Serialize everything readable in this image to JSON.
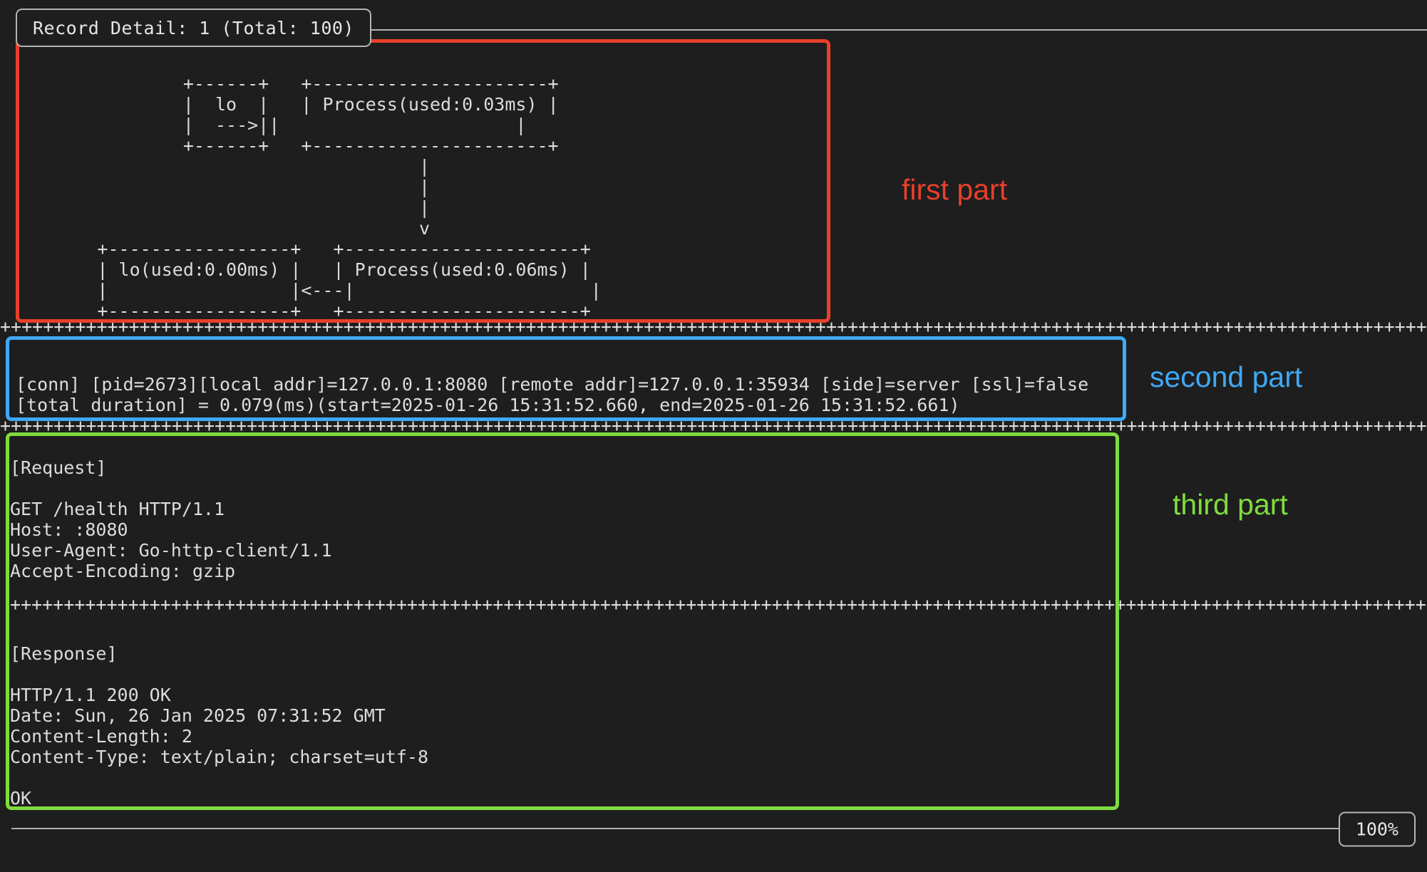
{
  "window": {
    "title": "Record Detail: 1 (Total: 100)",
    "background_color": "#1e1e1e",
    "foreground_color": "#dcdcdc",
    "border_color": "#b5b5b5"
  },
  "status_bar": {
    "zoom_level": "100%"
  },
  "separators": {
    "plus_rule": "++++++++++++++++++++++++++++++++++++++++++++++++++++++++++++++++++++++++++++++++++++++++++++++++++++++++++++++++++++++++++++++++++++"
  },
  "first_part": {
    "ascii_diagram": "             +------+   +----------------------+\n             |  lo  |   | Process(used:0.03ms) |\n             |      --->|                      |\n             +------+   +----------------------+\n                                    |\n                                    |\n                                    |\n                                    v\n      +----------------+   +----------------------+\n      |  lo(used:0.00ms)|   | Process(used:0.06ms) |\n      |                |<---|                      |\n      +----------------+   +----------------------+",
    "nodes": [
      {
        "name": "lo",
        "used": ""
      },
      {
        "name": "Process",
        "used": "0.03ms"
      },
      {
        "name": "lo",
        "used": "0.00ms"
      },
      {
        "name": "Process",
        "used": "0.06ms"
      }
    ],
    "annotation": "first part",
    "annotation_color": "#e8402a",
    "box_color": "#e8402a"
  },
  "second_part": {
    "lines": [
      "[conn] [pid=2673][local addr]=127.0.0.1:8080 [remote addr]=127.0.0.1:35934 [side]=server [ssl]=false",
      "[total duration] = 0.079(ms)(start=2025-01-26 15:31:52.660, end=2025-01-26 15:31:52.661)"
    ],
    "fields": {
      "pid": "2673",
      "local_addr": "127.0.0.1:8080",
      "remote_addr": "127.0.0.1:35934",
      "side": "server",
      "ssl": "false",
      "total_duration_ms": "0.079",
      "start": "2025-01-26 15:31:52.660",
      "end": "2025-01-26 15:31:52.661"
    },
    "annotation": "second part",
    "annotation_color": "#3fa9f5",
    "box_color": "#3fa9f5"
  },
  "third_part": {
    "request_header": "[Request]",
    "request_lines": [
      "GET /health HTTP/1.1",
      "Host: :8080",
      "User-Agent: Go-http-client/1.1",
      "Accept-Encoding: gzip"
    ],
    "response_header": "[Response]",
    "response_lines": [
      "HTTP/1.1 200 OK",
      "Date: Sun, 26 Jan 2025 07:31:52 GMT",
      "Content-Length: 2",
      "Content-Type: text/plain; charset=utf-8"
    ],
    "response_body": "OK",
    "annotation": "third part",
    "annotation_color": "#7fdc3f",
    "box_color": "#7fdc3f"
  }
}
